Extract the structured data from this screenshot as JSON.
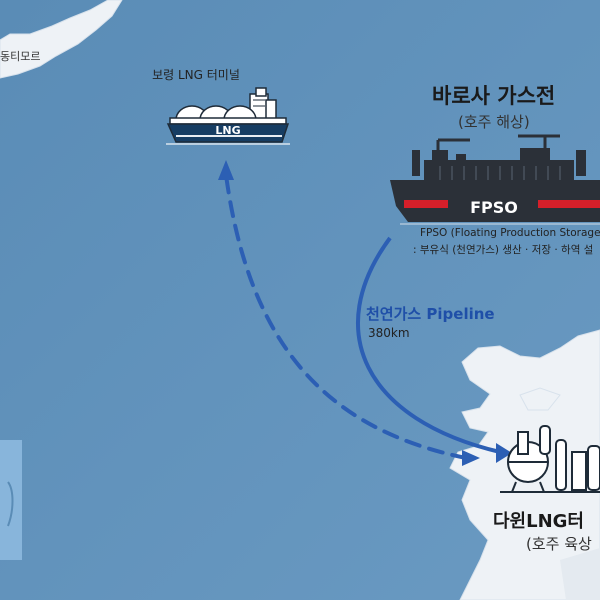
{
  "map": {
    "timor_label": "동티모르",
    "boryeong": {
      "label": "보령 LNG 터미널",
      "ship_text": "LNG"
    },
    "barossa": {
      "title": "바로사 가스전",
      "subtitle": "(호주 해상)",
      "ship_text": "FPSO",
      "desc_line1": "FPSO (Floating Production Storage and",
      "desc_line2": ": 부유식 (천연가스) 생산 · 저장 · 하역 설"
    },
    "pipeline": {
      "label": "천연가스 Pipeline",
      "length": "380km"
    },
    "darwin": {
      "title": "다윈LNG터",
      "subtitle": "(호주 육상"
    },
    "colors": {
      "sea": "#5e8fb8",
      "land": "#eef2f6",
      "pipeline": "#2c5fb4",
      "fpso_hull": "#2b3038",
      "fpso_stripe": "#d61f2a",
      "lng_hull": "#163d63"
    }
  }
}
